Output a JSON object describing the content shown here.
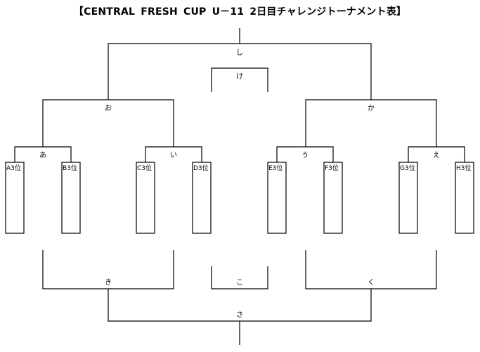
{
  "title": "【CENTRAL FRESH CUP U－11 2日目チャレンジトーナメント表】",
  "teams": [
    "A3位",
    "B3位",
    "C3位",
    "D3位",
    "E3位",
    "F3位",
    "G3位",
    "H3位"
  ],
  "matches": {
    "a": "あ",
    "i": "い",
    "u": "う",
    "e": "え",
    "o": "お",
    "ka": "か",
    "ki": "き",
    "ku": "く",
    "ke": "け",
    "ko": "こ",
    "sa": "さ",
    "shi": "し"
  }
}
